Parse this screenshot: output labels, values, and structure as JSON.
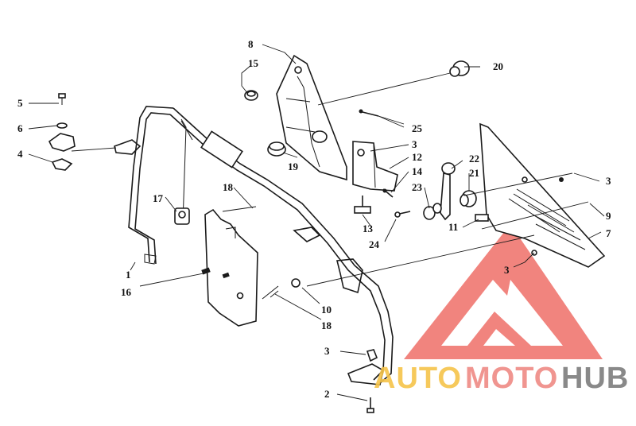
{
  "diagram": {
    "callouts": {
      "c1": "1",
      "c2": "2",
      "c3a": "3",
      "c3b": "3",
      "c3c": "3",
      "c3d": "3",
      "c4": "4",
      "c5": "5",
      "c6": "6",
      "c7": "7",
      "c8": "8",
      "c9": "9",
      "c10": "10",
      "c11": "11",
      "c12": "12",
      "c13": "13",
      "c14": "14",
      "c15": "15",
      "c16": "16",
      "c17": "17",
      "c18a": "18",
      "c18b": "18",
      "c19": "19",
      "c20": "20",
      "c21": "21",
      "c22": "22",
      "c23": "23",
      "c24": "24",
      "c25": "25"
    }
  },
  "watermark": {
    "auto": "AUTO",
    "moto": "MOTO",
    "hub": "HUB",
    "colors": {
      "auto": "#f6c44a",
      "moto": "#ef8a84",
      "hub": "#7d7d7d",
      "logo": "#ef6f68"
    }
  }
}
